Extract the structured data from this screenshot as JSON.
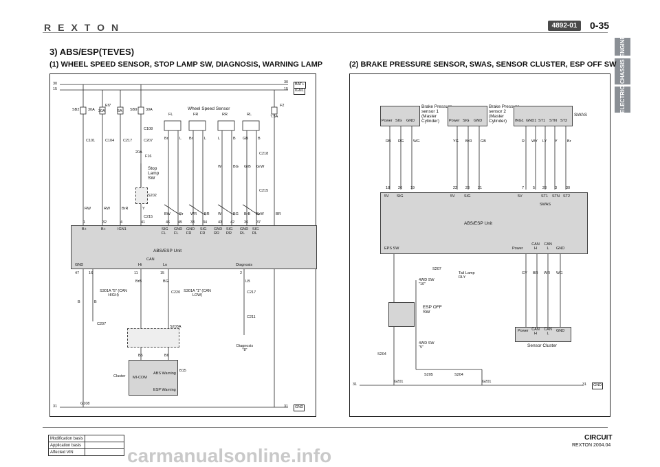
{
  "header": {
    "brand": "REXTON",
    "code": "4892-01",
    "page": "0-35"
  },
  "side_tabs": [
    "ENGINE",
    "CHASSIS",
    "ELECTRIC"
  ],
  "section_title": "3) ABS/ESP(TEVES)",
  "left": {
    "subtitle": "(1) WHEEL SPEED SENSOR, STOP LAMP SW, DIAGNOSIS, WARNING LAMP",
    "rails": {
      "top1_left": "30",
      "top1_right": "30",
      "top2_left": "15",
      "top2_right": "15",
      "bat": "BAT+",
      "ign": "IGN1",
      "gnd_left": "31",
      "gnd_right": "31",
      "gnd": "GND",
      "g108": "G108"
    },
    "fuses": [
      {
        "name": "SB2",
        "amp": "30A"
      },
      {
        "name": "Ef7",
        "amp": "30A"
      },
      {
        "name": "",
        "amp": "5A"
      },
      {
        "name": "SB9",
        "amp": "30A"
      },
      {
        "name": "F2",
        "amp": "7.5A"
      },
      {
        "name": "F16",
        "amp": "20A"
      }
    ],
    "connectors": [
      "C101",
      "C104",
      "C217",
      "C108",
      "C207",
      "C215",
      "C218",
      "C220",
      "C207",
      "C211",
      "C215",
      "C217"
    ],
    "stop_lamp": "Stop Lamp SW",
    "s202": "S202",
    "wheel_title": "Wheel Speed Sensor",
    "wheels": [
      "FL",
      "FR",
      "RR",
      "RL"
    ],
    "wire_top": [
      "Br",
      "L",
      "Br",
      "L",
      "L",
      "B",
      "GB",
      "B"
    ],
    "wire_mid": [
      "W",
      "BG",
      "GrB",
      "GrW"
    ],
    "wire_low": [
      "RW",
      "RW",
      "BrR",
      "Y",
      "BW",
      "Br",
      "WR",
      "BR",
      "W",
      "BG",
      "BrB",
      "BrW",
      "BR"
    ],
    "pins": [
      "1",
      "32",
      "4",
      "41",
      "46",
      "45",
      "33",
      "34",
      "43",
      "42",
      "36",
      "37"
    ],
    "unit_top_labels": [
      "B+",
      "B+",
      "IGN1",
      "SIG FL",
      "GND FL",
      "GND FR",
      "SIG FR",
      "GND RR",
      "SIG RR",
      "GND RL",
      "SIG RL"
    ],
    "unit_name": "ABS/ESP Unit",
    "can": "CAN",
    "can_hi": "Hi",
    "can_lo": "Lo",
    "gnd_lbl": "GND",
    "diag_lbl": "Diagnosis",
    "bottom_pins": [
      "47",
      "16",
      "11",
      "15",
      "2"
    ],
    "bottom_wires": [
      "B",
      "B",
      "BrB",
      "BG",
      "LB"
    ],
    "s301a_left": "S301A \"5\" (CAN HIGH)",
    "s301a_right": "S301A \"1\" (CAN LOW)",
    "s203a": "S203A",
    "diag_8": "Diagnosis \"8\"",
    "cluster": "Cluster",
    "micom": "MI-COM",
    "abs_warn": "ABS Warning",
    "esp_warn": "ESP Warning",
    "b5": "B5",
    "b6": "B6",
    "b15": "B15"
  },
  "right": {
    "subtitle": "(2) BRAKE PRESSURE SENSOR, SWAS, SENSOR CLUSTER, ESP OFF SW",
    "bps1": {
      "title": "Brake Pressure sensor 1 (Master Cylinder)",
      "pins": [
        "Power",
        "SIG",
        "GND"
      ]
    },
    "bps2": {
      "title": "Brake Pressure sensor 2 (Master Cylinder)",
      "pins": [
        "Power",
        "SIG",
        "GND"
      ]
    },
    "swas": {
      "title": "SWAS",
      "pins": [
        "ING1",
        "GND1",
        "ST1",
        "STN",
        "ST2"
      ]
    },
    "wires1": [
      "RB",
      "RG",
      "WG"
    ],
    "wires2": [
      "YG",
      "BrR",
      "GB"
    ],
    "wires3": [
      "R",
      "WY",
      "LY",
      "Y",
      "Br"
    ],
    "unit_pins": [
      "18",
      "20",
      "19",
      "22",
      "23",
      "21",
      "7",
      "5",
      "28",
      "3",
      "30"
    ],
    "unit_labels": [
      "5V",
      "SIG",
      "5V",
      "SIG",
      "5V",
      "ST1",
      "STN",
      "ST2"
    ],
    "swas_lbl": "SWAS",
    "unit_name": "ABS/ESP Unit",
    "eps_sw": "EPS SW",
    "tail_lamp": "Tail Lamp RLY",
    "s207": "S207",
    "sw4wd_10": "4WD SW \"10\"",
    "esp_off": "ESP OFF SW",
    "sw4wd_5": "4WD SW \"5\"",
    "s204": "S204",
    "s205": "S205",
    "g201": "G201",
    "cluster_pins": [
      "Power",
      "CAN H",
      "CAN L",
      "GND"
    ],
    "cluster_wires": [
      "GY",
      "BR",
      "WR",
      "WG"
    ],
    "sensor_cluster": "Sensor Cluster",
    "gnd_left": "31",
    "gnd_right": "31",
    "gnd": "GND"
  },
  "footer": {
    "rows": [
      "Modification basis",
      "Application basis",
      "Affected VIN"
    ],
    "circuit": "CIRCUIT",
    "model": "REXTON 2004.04",
    "watermark": "carmanualsonline.info"
  }
}
